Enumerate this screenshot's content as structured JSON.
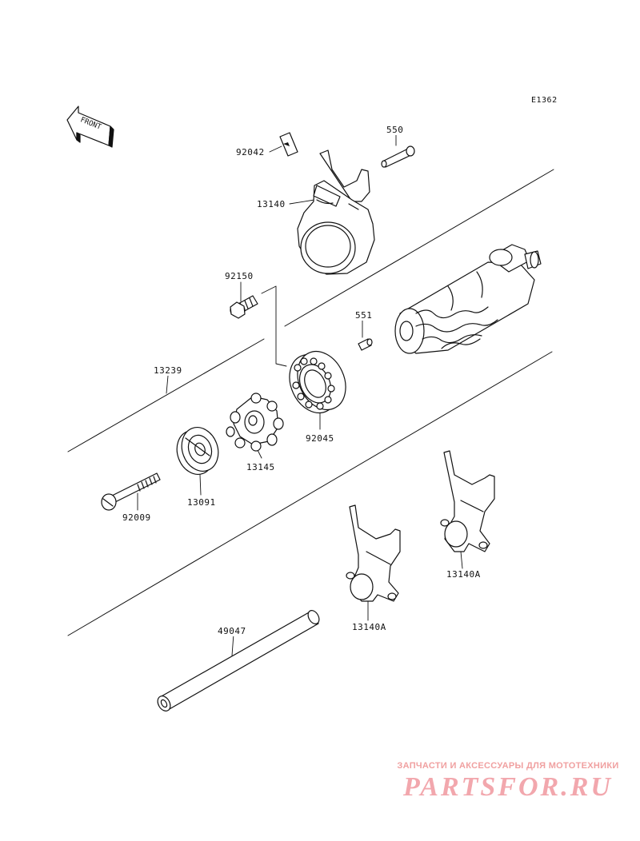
{
  "diagram": {
    "code": "E1362",
    "front_label": "FRONT"
  },
  "parts": [
    {
      "number": "92042"
    },
    {
      "number": "550"
    },
    {
      "number": "13140"
    },
    {
      "number": "92150"
    },
    {
      "number": "551"
    },
    {
      "number": "13239"
    },
    {
      "number": "92045"
    },
    {
      "number": "13145"
    },
    {
      "number": "13091"
    },
    {
      "number": "92009"
    },
    {
      "number": "13140A"
    },
    {
      "number": "13140A"
    },
    {
      "number": "49047"
    }
  ],
  "watermark": {
    "caption": "ЗАПЧАСТИ И АКСЕССУАРЫ ДЛЯ МОТОТЕХНИКИ",
    "logo": "PARTSFOR.RU",
    "color": "#f2a7ad"
  }
}
